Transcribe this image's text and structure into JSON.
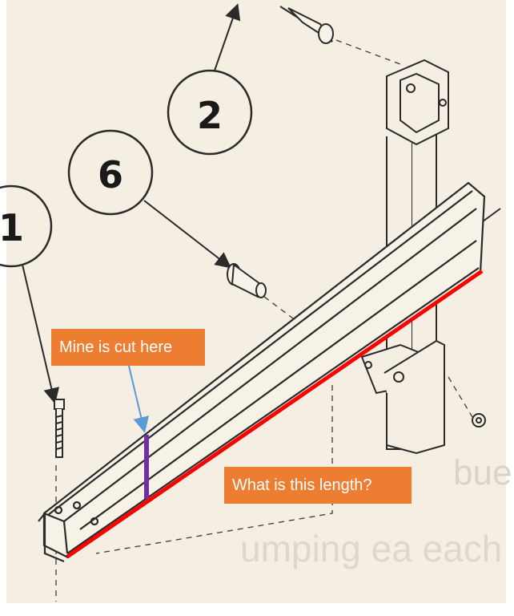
{
  "parts": {
    "label_1": "1",
    "label_2": "2",
    "label_6": "6"
  },
  "annotations": {
    "cut_label": "Mine is cut here",
    "length_label": "What is this length?"
  },
  "colors": {
    "paper": "#f4efe2",
    "ink": "#2a2a2a",
    "callout_bg": "#ed7d31",
    "callout_text": "#ffffff",
    "length_line": "#ff0000",
    "cut_marker": "#7030a0",
    "pointer_arrow": "#5b9bd5"
  },
  "background_text": {
    "line_a": "bue",
    "line_b": "umping ea each"
  }
}
